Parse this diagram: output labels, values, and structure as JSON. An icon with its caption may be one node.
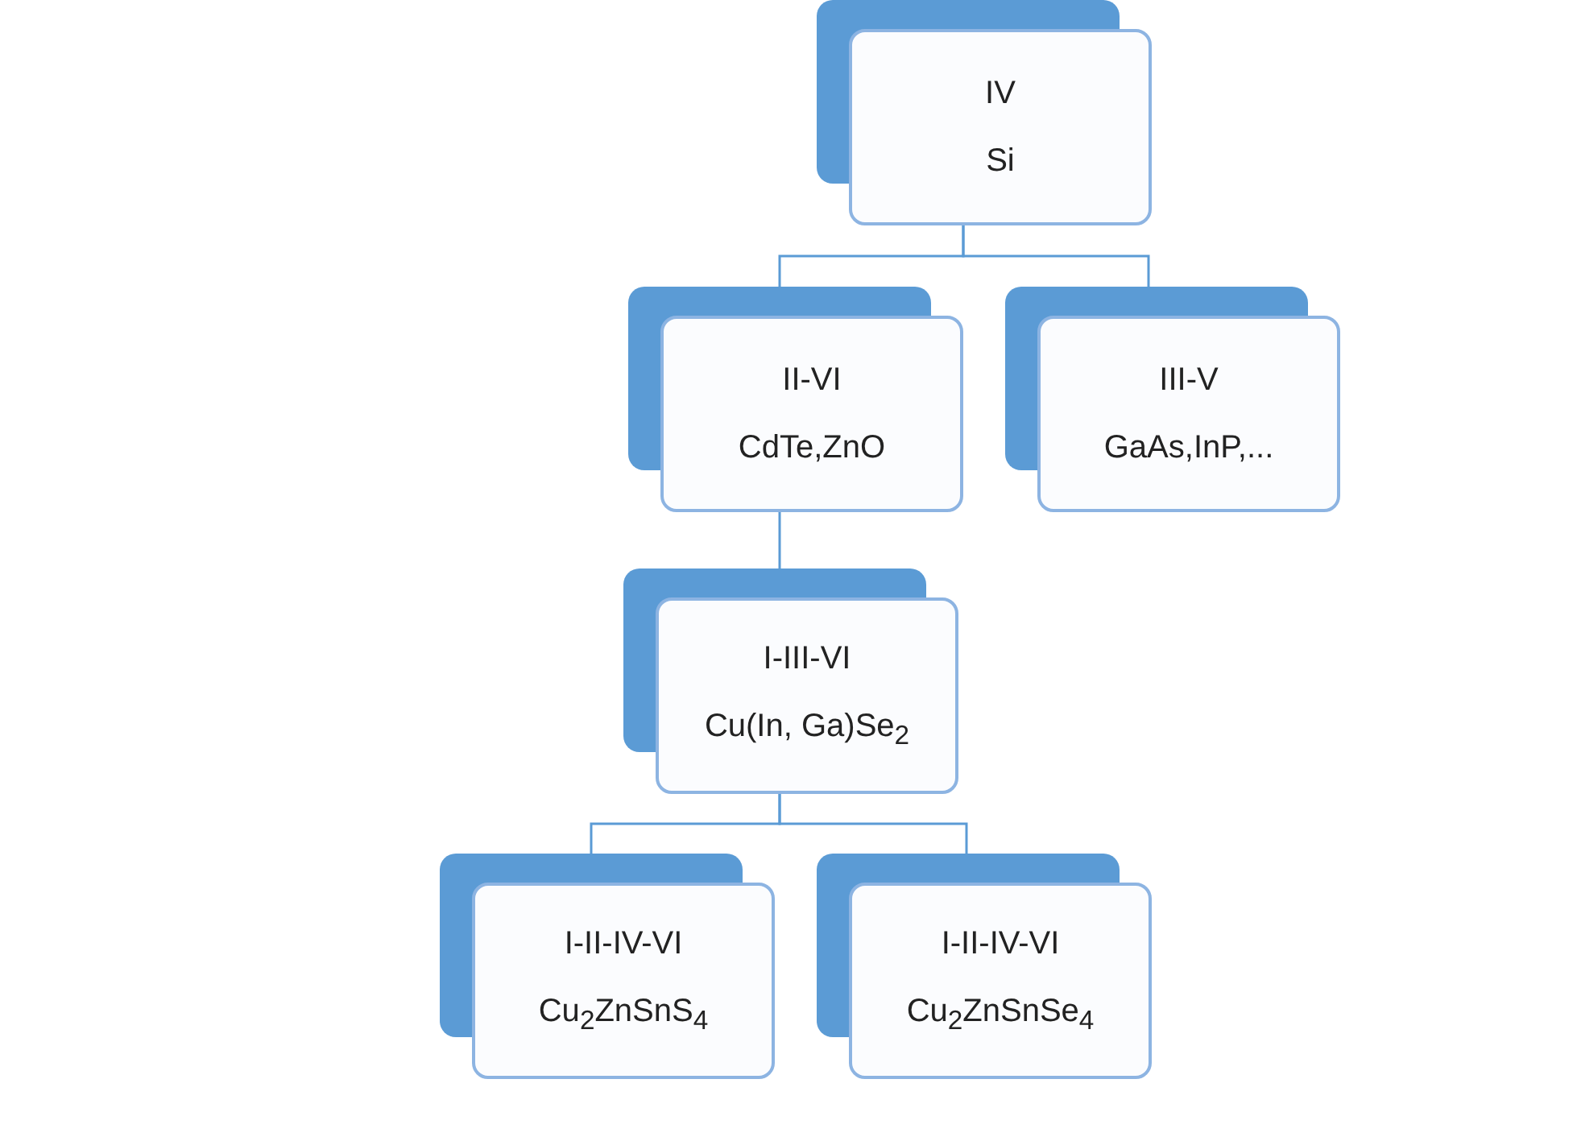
{
  "diagram": {
    "nodes": [
      {
        "text": [
          "IV",
          "Si"
        ]
      },
      {
        "text": [
          "II-VI",
          "CdTe,ZnO"
        ]
      },
      {
        "text": [
          "III-V",
          "GaAs,InP,..."
        ]
      },
      {
        "text": [
          "I-III-VI",
          "Cu(In, Ga)Se$_{2}$"
        ]
      },
      {
        "text": [
          "I-II-IV-VI",
          "Cu$_{2}$ZnSnS$_{4}$"
        ]
      },
      {
        "text": [
          "I-II-IV-VI",
          "Cu$_{2}$ZnSnSe$_{4}$"
        ]
      }
    ],
    "edges": [
      {
        "from": 0,
        "to": 1,
        "arrow": "none"
      },
      {
        "from": 0,
        "to": 2,
        "arrow": "none"
      },
      {
        "from": 1,
        "to": 3,
        "arrow": "none"
      },
      {
        "from": 3,
        "to": 4,
        "arrow": "none"
      },
      {
        "from": 3,
        "to": 5,
        "arrow": "none"
      }
    ]
  }
}
